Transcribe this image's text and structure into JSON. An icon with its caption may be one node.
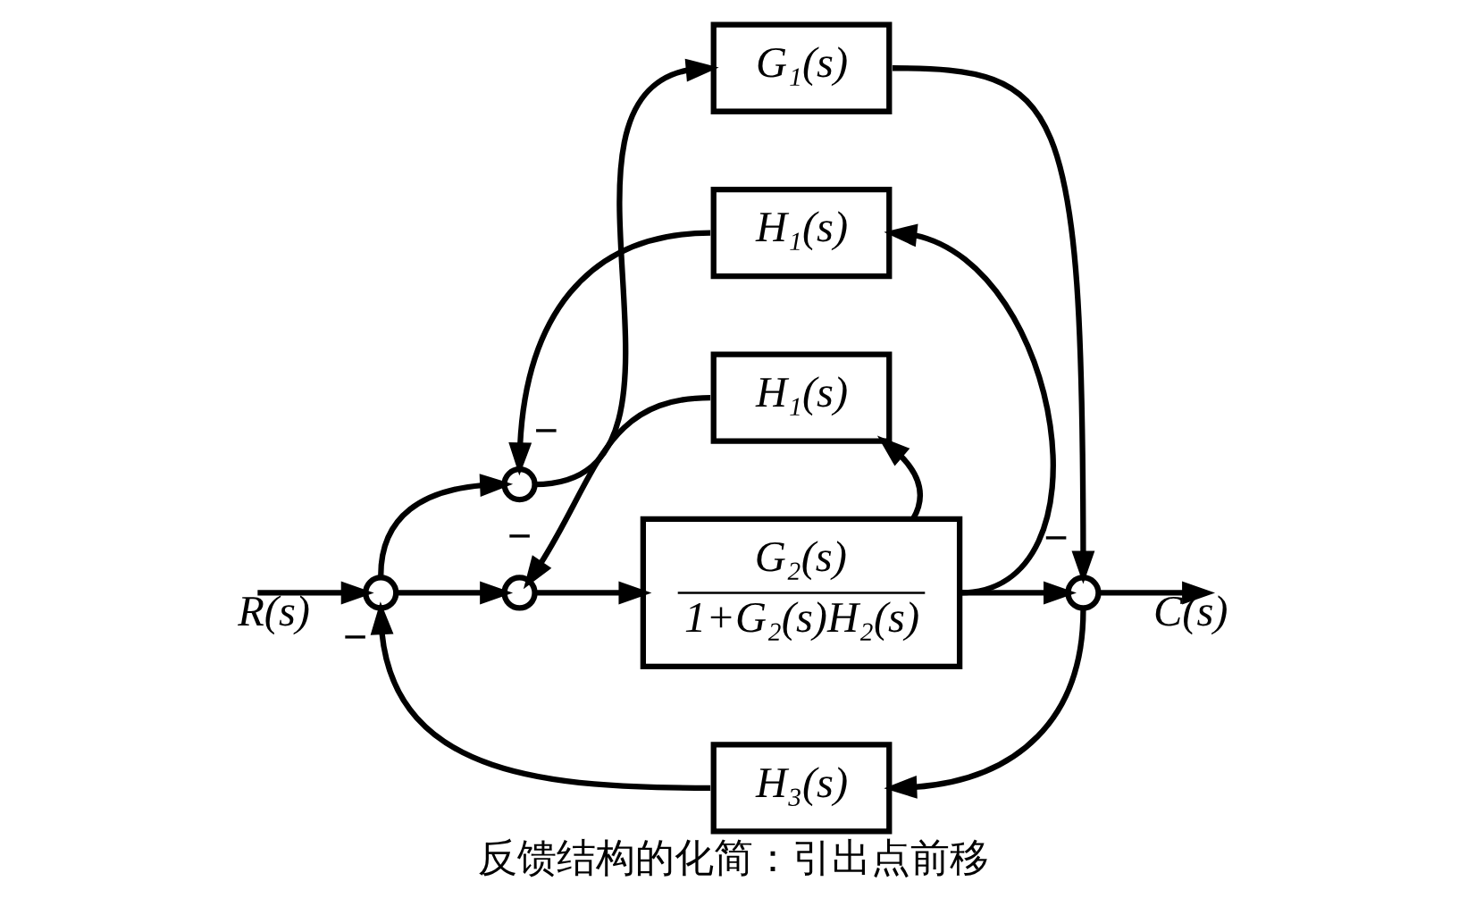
{
  "diagram": {
    "caption": "反馈结构的化简：引出点前移",
    "nodes": [
      {
        "text": [],
        "shape": "circle"
      },
      {
        "text": [
          "G₁(s)"
        ]
      },
      {
        "text": [
          "H₁(s)"
        ]
      },
      {
        "text": [
          "H₁(s)"
        ]
      },
      {
        "text": [],
        "shape": "circle"
      },
      {
        "text": [],
        "shape": "circle"
      },
      {
        "text": [
          "G₂(s)",
          "1+G₂(s)H₂(s)"
        ]
      },
      {
        "text": [],
        "shape": "circle"
      },
      {
        "text": [
          "H₃(s)"
        ]
      }
    ],
    "edges": [
      {
        "from": null,
        "to": 4,
        "arrow": "to",
        "label": "R(s)"
      },
      {
        "from": 4,
        "to": 0,
        "arrow": "to"
      },
      {
        "from": 4,
        "to": 5,
        "arrow": "to"
      },
      {
        "from": 0,
        "to": 1,
        "arrow": "to"
      },
      {
        "from": 2,
        "to": 0,
        "arrow": "to",
        "label": "−"
      },
      {
        "from": 1,
        "to": 7,
        "arrow": "to",
        "label": "−"
      },
      {
        "from": 3,
        "to": 5,
        "arrow": "to",
        "label": "−"
      },
      {
        "from": 5,
        "to": 6,
        "arrow": "to"
      },
      {
        "from": 6,
        "to": 7,
        "arrow": "to"
      },
      {
        "from": 6,
        "to": 3,
        "arrow": "to"
      },
      {
        "from": 6,
        "to": 2,
        "arrow": "to"
      },
      {
        "from": 7,
        "to": null,
        "arrow": "to",
        "label": "C(s)"
      },
      {
        "from": 7,
        "to": 8,
        "arrow": "to"
      },
      {
        "from": 8,
        "to": 4,
        "arrow": "to",
        "label": "−"
      }
    ]
  }
}
